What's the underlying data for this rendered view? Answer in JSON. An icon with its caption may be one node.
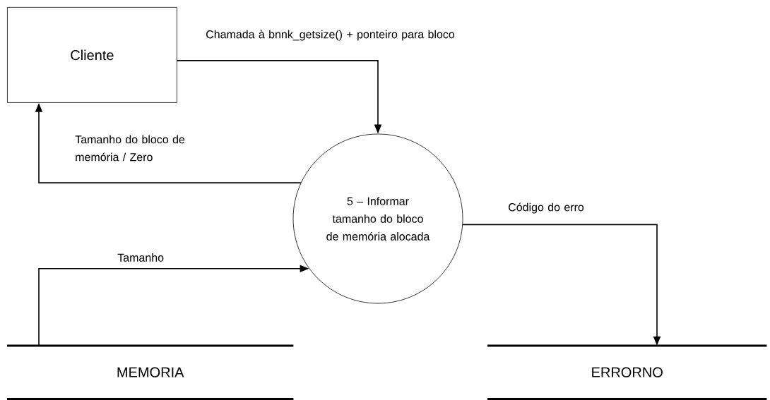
{
  "diagram": {
    "nodes": [
      {
        "text": [
          "Cliente"
        ]
      },
      {
        "text": [
          "5 – Informar tamanho do bloco de memória alocada"
        ]
      },
      {
        "text": [
          "MEMORIA"
        ]
      },
      {
        "text": [
          "ERRORNO"
        ]
      }
    ],
    "edges": [
      {
        "from": 0,
        "to": 1,
        "arrow": "to",
        "label": "Chamada à bnnk_getsize() + ponteiro para bloco"
      },
      {
        "from": 1,
        "to": 0,
        "arrow": "to",
        "label": "Tamanho do bloco de memória / Zero"
      },
      {
        "from": 2,
        "to": 1,
        "arrow": "to",
        "label": "Tamanho"
      },
      {
        "from": 1,
        "to": 3,
        "arrow": "to",
        "label": "Código do erro"
      }
    ]
  }
}
